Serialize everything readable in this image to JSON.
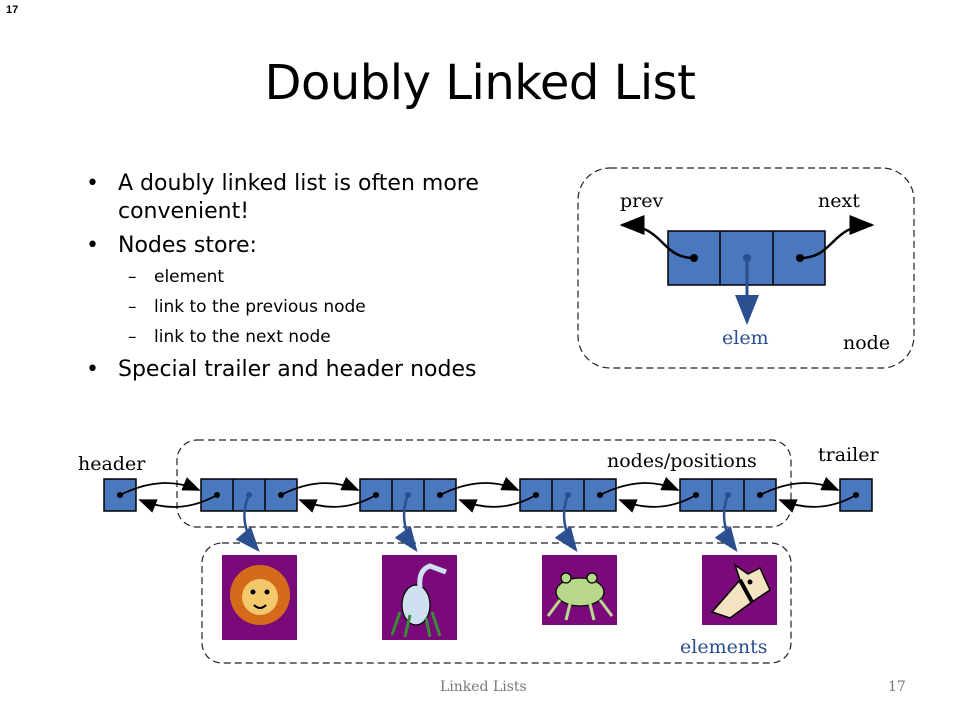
{
  "slide": {
    "corner_number": "17",
    "title": "Doubly Linked List",
    "bullets": [
      {
        "text": "A doubly linked list is often more convenient!"
      },
      {
        "text": "Nodes store:"
      },
      {
        "text": "element"
      },
      {
        "text": "link to the previous node"
      },
      {
        "text": "link to the next node"
      },
      {
        "text": "Special trailer and header nodes"
      }
    ],
    "node_diagram": {
      "prev_label": "prev",
      "next_label": "next",
      "elem_label": "elem",
      "node_label": "node"
    },
    "list_diagram": {
      "header_label": "header",
      "nodes_label": "nodes/positions",
      "trailer_label": "trailer",
      "elements_label": "elements",
      "element_images": [
        "lion-icon",
        "heron-icon",
        "frog-icon",
        "horse-icon"
      ]
    },
    "footer": {
      "center": "Linked Lists",
      "page": "17"
    },
    "colors": {
      "node_fill": "#4a78be",
      "arrow_blue": "#2b4f8f",
      "image_bg": "#7a0a7a"
    }
  }
}
